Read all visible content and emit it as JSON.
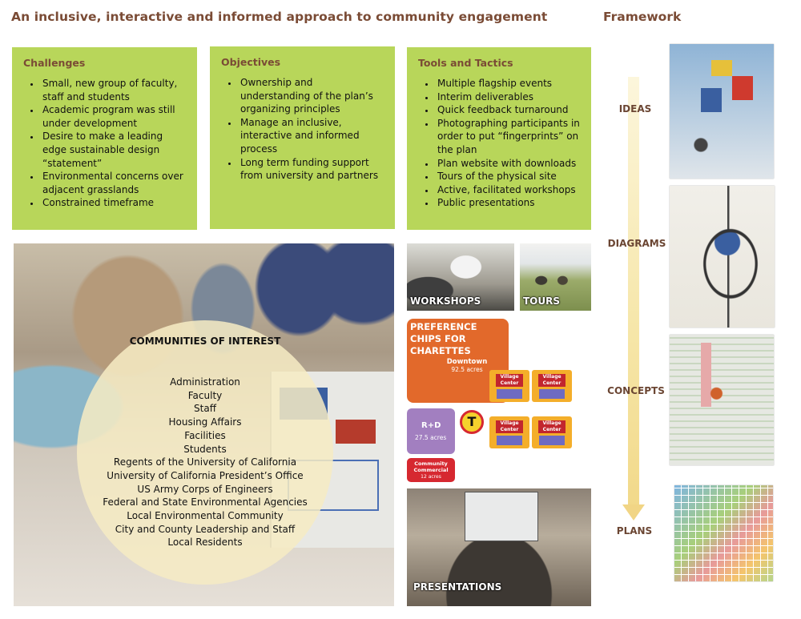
{
  "header": {
    "title": "An inclusive, interactive and informed approach to community engagement",
    "framework_title": "Framework"
  },
  "panels": [
    {
      "heading": "Challenges",
      "items": [
        "Small, new group of faculty, staff and students",
        "Academic program was still under development",
        "Desire to make a leading edge sustainable design “statement”",
        "Environmental concerns over adjacent grasslands",
        "Constrained timeframe"
      ]
    },
    {
      "heading": "Objectives",
      "items": [
        "Ownership and understanding of the plan’s organizing principles",
        "Manage an inclusive, interactive and informed process",
        "Long term funding support from university and partners"
      ]
    },
    {
      "heading": "Tools and Tactics",
      "items": [
        "Multiple flagship events",
        "Interim deliverables",
        "Quick feedback turnaround",
        "Photographing participants in order to put “fingerprints” on the plan",
        "Plan website with downloads",
        "Tours of the physical site",
        "Active, facilitated workshops",
        "Public presentations"
      ]
    }
  ],
  "communities": {
    "title": "COMMUNITIES OF INTEREST",
    "items": [
      "Administration",
      "Faculty",
      "Staff",
      "Housing Affairs",
      "Facilities",
      "Students",
      "Regents of the University of California",
      "University of California President’s Office",
      "US Army Corps of Engineers",
      "Federal and State Environmental Agencies",
      "Local Environmental Community",
      "City and County Leadership and Staff",
      "Local Residents"
    ]
  },
  "tiles": {
    "workshops": "WORKSHOPS",
    "tours": "TOURS",
    "chips_title": "PREFERENCE CHIPS FOR CHARETTES",
    "downtown": "Downtown",
    "downtown_acres": "92.5 acres",
    "village_center": "Village Center",
    "rd": "R+D",
    "rd_acres": "27.5 acres",
    "community_commercial": "Community Commercial",
    "community_acres": "12 acres",
    "transit_letter": "T",
    "presentations": "PRESENTATIONS"
  },
  "framework": {
    "stages": [
      "IDEAS",
      "DIAGRAMS",
      "CONCEPTS",
      "PLANS"
    ]
  },
  "colors": {
    "panel_green": "#b8d65a",
    "heading_brown": "#7a4b35",
    "chip_orange": "#e2692b",
    "arrow_yellow": "#f1d585"
  }
}
